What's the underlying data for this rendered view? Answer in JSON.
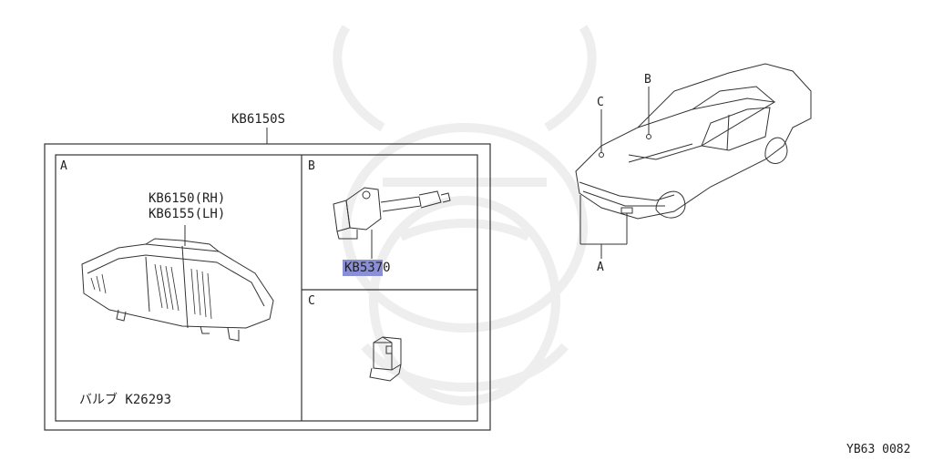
{
  "assembly_code": "KB6150S",
  "panels": {
    "a": {
      "letter": "A",
      "part_rh": "KB6150(RH)",
      "part_lh": "KB6155(LH)",
      "bulb_label": "バルブ K26293"
    },
    "b": {
      "letter": "B",
      "part_highlight": "KB537",
      "part_rest": "0"
    },
    "c": {
      "letter": "C"
    }
  },
  "car_callouts": {
    "a": "A",
    "b": "B",
    "c": "C"
  },
  "diagram_code": "YB63 0082",
  "colors": {
    "line": "#333333",
    "highlight": "#8b8fd6",
    "watermark": "#eeeeee"
  }
}
